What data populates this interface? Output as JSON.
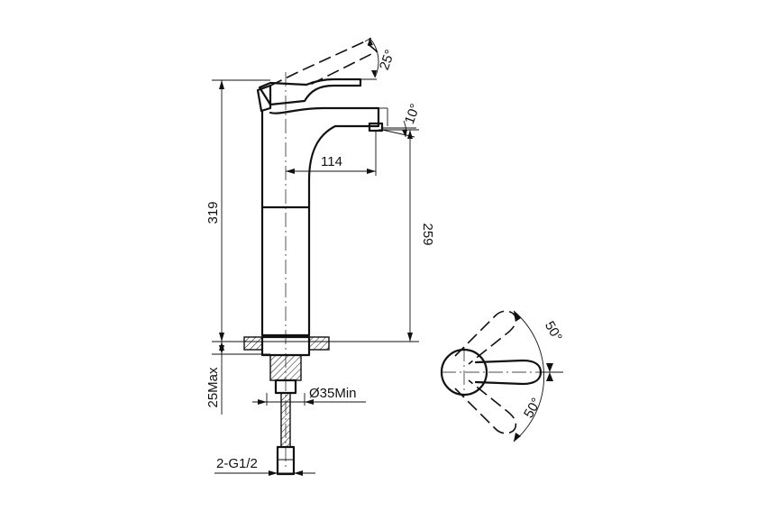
{
  "dimensions": {
    "overall_height": "319",
    "spout_height": "259",
    "spout_reach": "114",
    "lever_angle": "25°",
    "spout_angle": "10°",
    "max_deck_thickness": "25Max",
    "min_hole_diameter": "Ø35Min",
    "hose_connection": "2-G1/2",
    "rotation_upper": "50°",
    "rotation_lower": "50°"
  }
}
